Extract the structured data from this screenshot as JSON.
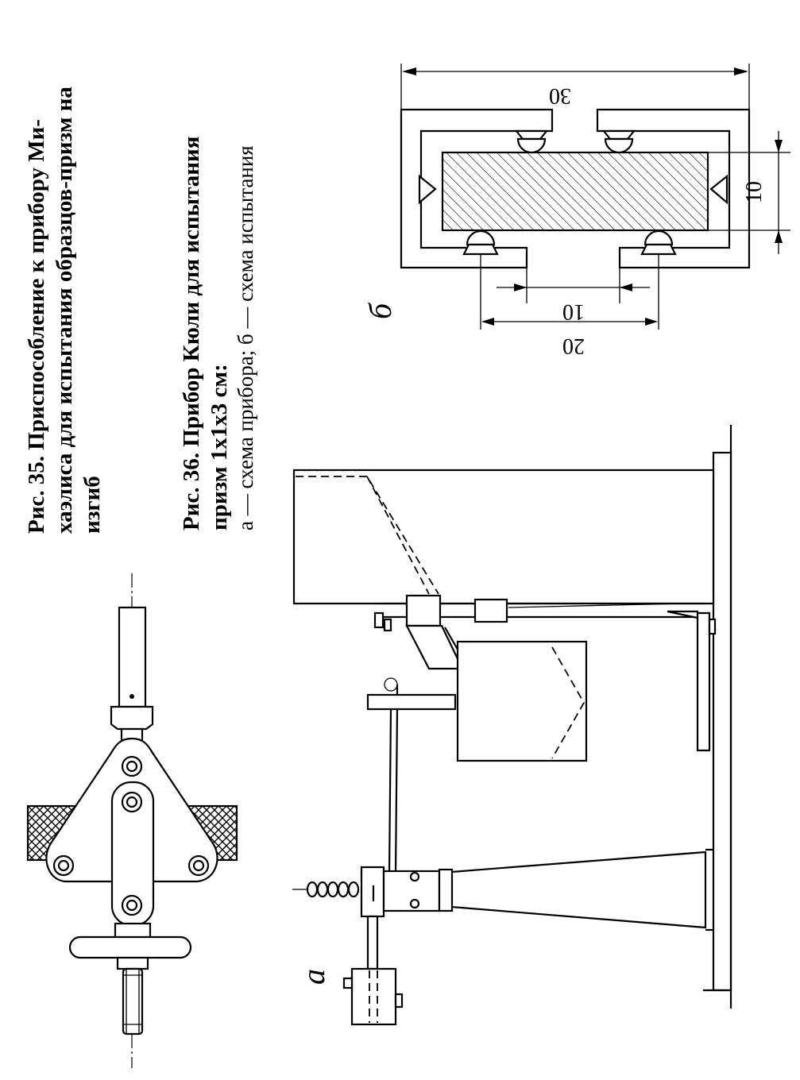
{
  "captions": {
    "fig35": {
      "lines": [
        "Рис.  35.  Приспособление  к  прибору  Ми-",
        "хаэлиса  для  испытания  образцов-призм  на",
        "изгиб"
      ]
    },
    "fig36": {
      "lines": [
        "Рис.  36.  Прибор  Кюли  для  испытания",
        "призм  1х1х3  см:",
        "а — схема прибора;   б — схема   испытания"
      ]
    }
  },
  "labels": {
    "a": "а",
    "b": "б"
  },
  "dimensions": {
    "d30": "30",
    "d10_right": "10",
    "d10_bottom": "10",
    "d20_bottom": "20"
  }
}
